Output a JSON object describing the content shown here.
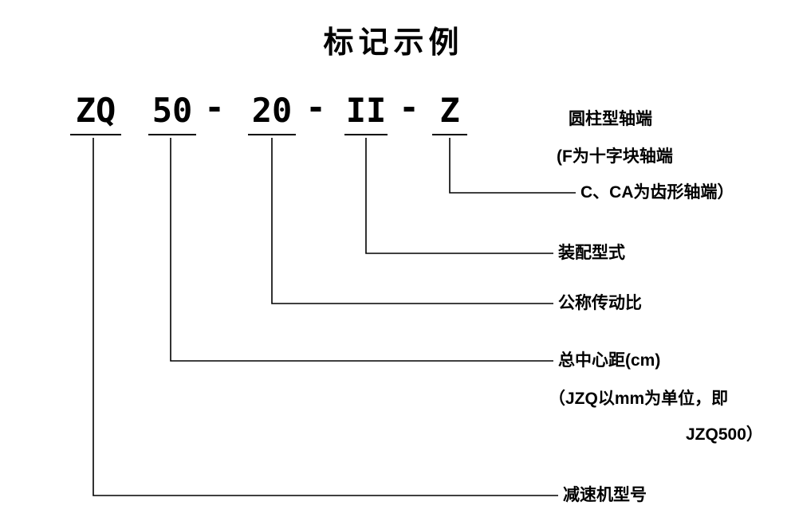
{
  "title": "标记示例",
  "code": {
    "segments": [
      "ZQ",
      "50",
      "20",
      "II",
      "Z"
    ],
    "separator": "-"
  },
  "labels": {
    "shaft_end": {
      "line1": "圆柱型轴端",
      "line2": "(F为十字块轴端",
      "line3": "C、CA为齿形轴端）"
    },
    "assembly_type": "装配型式",
    "nominal_ratio": "公称传动比",
    "center_distance": {
      "line1": "总中心距(cm)",
      "line2": "（JZQ以mm为单位，即",
      "line3": "JZQ500）"
    },
    "reducer_model": "减速机型号"
  },
  "line_color": "#000000"
}
